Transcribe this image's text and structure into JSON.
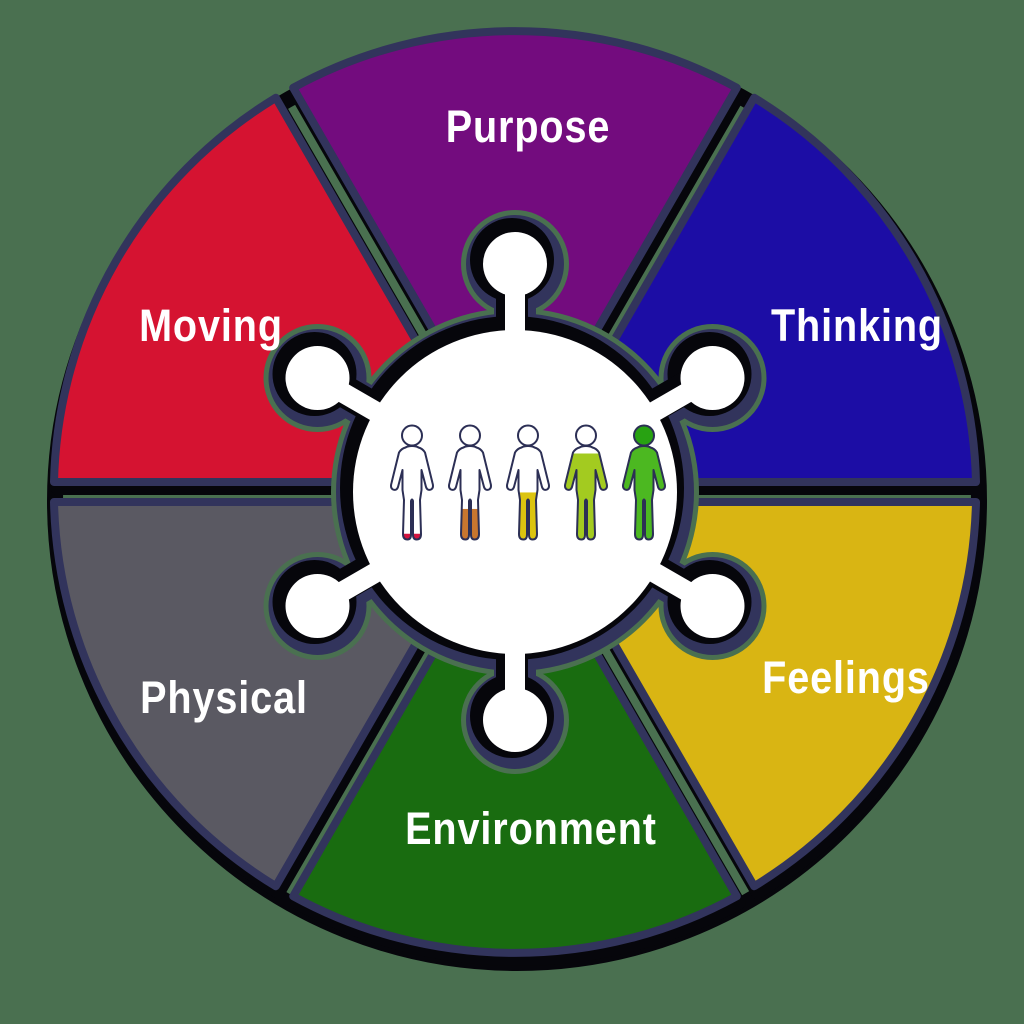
{
  "background_color": "#4a7050",
  "diagram": {
    "name": "wellness-wheel",
    "border_color": "#32345c",
    "shadow_color": "#06060b",
    "hub_color": "#ffffff",
    "segments": [
      {
        "label": "Purpose",
        "color": "#730c7e",
        "mid_angle_deg": 90
      },
      {
        "label": "Thinking",
        "color": "#1c0da5",
        "mid_angle_deg": 30
      },
      {
        "label": "Feelings",
        "color": "#d9b513",
        "mid_angle_deg": 330
      },
      {
        "label": "Environment",
        "color": "#196c10",
        "mid_angle_deg": 270
      },
      {
        "label": "Physical",
        "color": "#5a5962",
        "mid_angle_deg": 210
      },
      {
        "label": "Moving",
        "color": "#d51331",
        "mid_angle_deg": 150
      }
    ],
    "hub_figures": [
      {
        "name": "person-fill-1",
        "fill_color": "#d4133f",
        "fill_level": 0.07
      },
      {
        "name": "person-fill-2",
        "fill_color": "#c8762f",
        "fill_level": 0.28
      },
      {
        "name": "person-fill-3",
        "fill_color": "#dcc40f",
        "fill_level": 0.42
      },
      {
        "name": "person-fill-4",
        "fill_color": "#a3cb20",
        "fill_level": 0.75
      },
      {
        "name": "person-fill-5",
        "fill_color": "#4cb821",
        "fill_level": 1.0,
        "head_color": "#28a212"
      }
    ]
  }
}
